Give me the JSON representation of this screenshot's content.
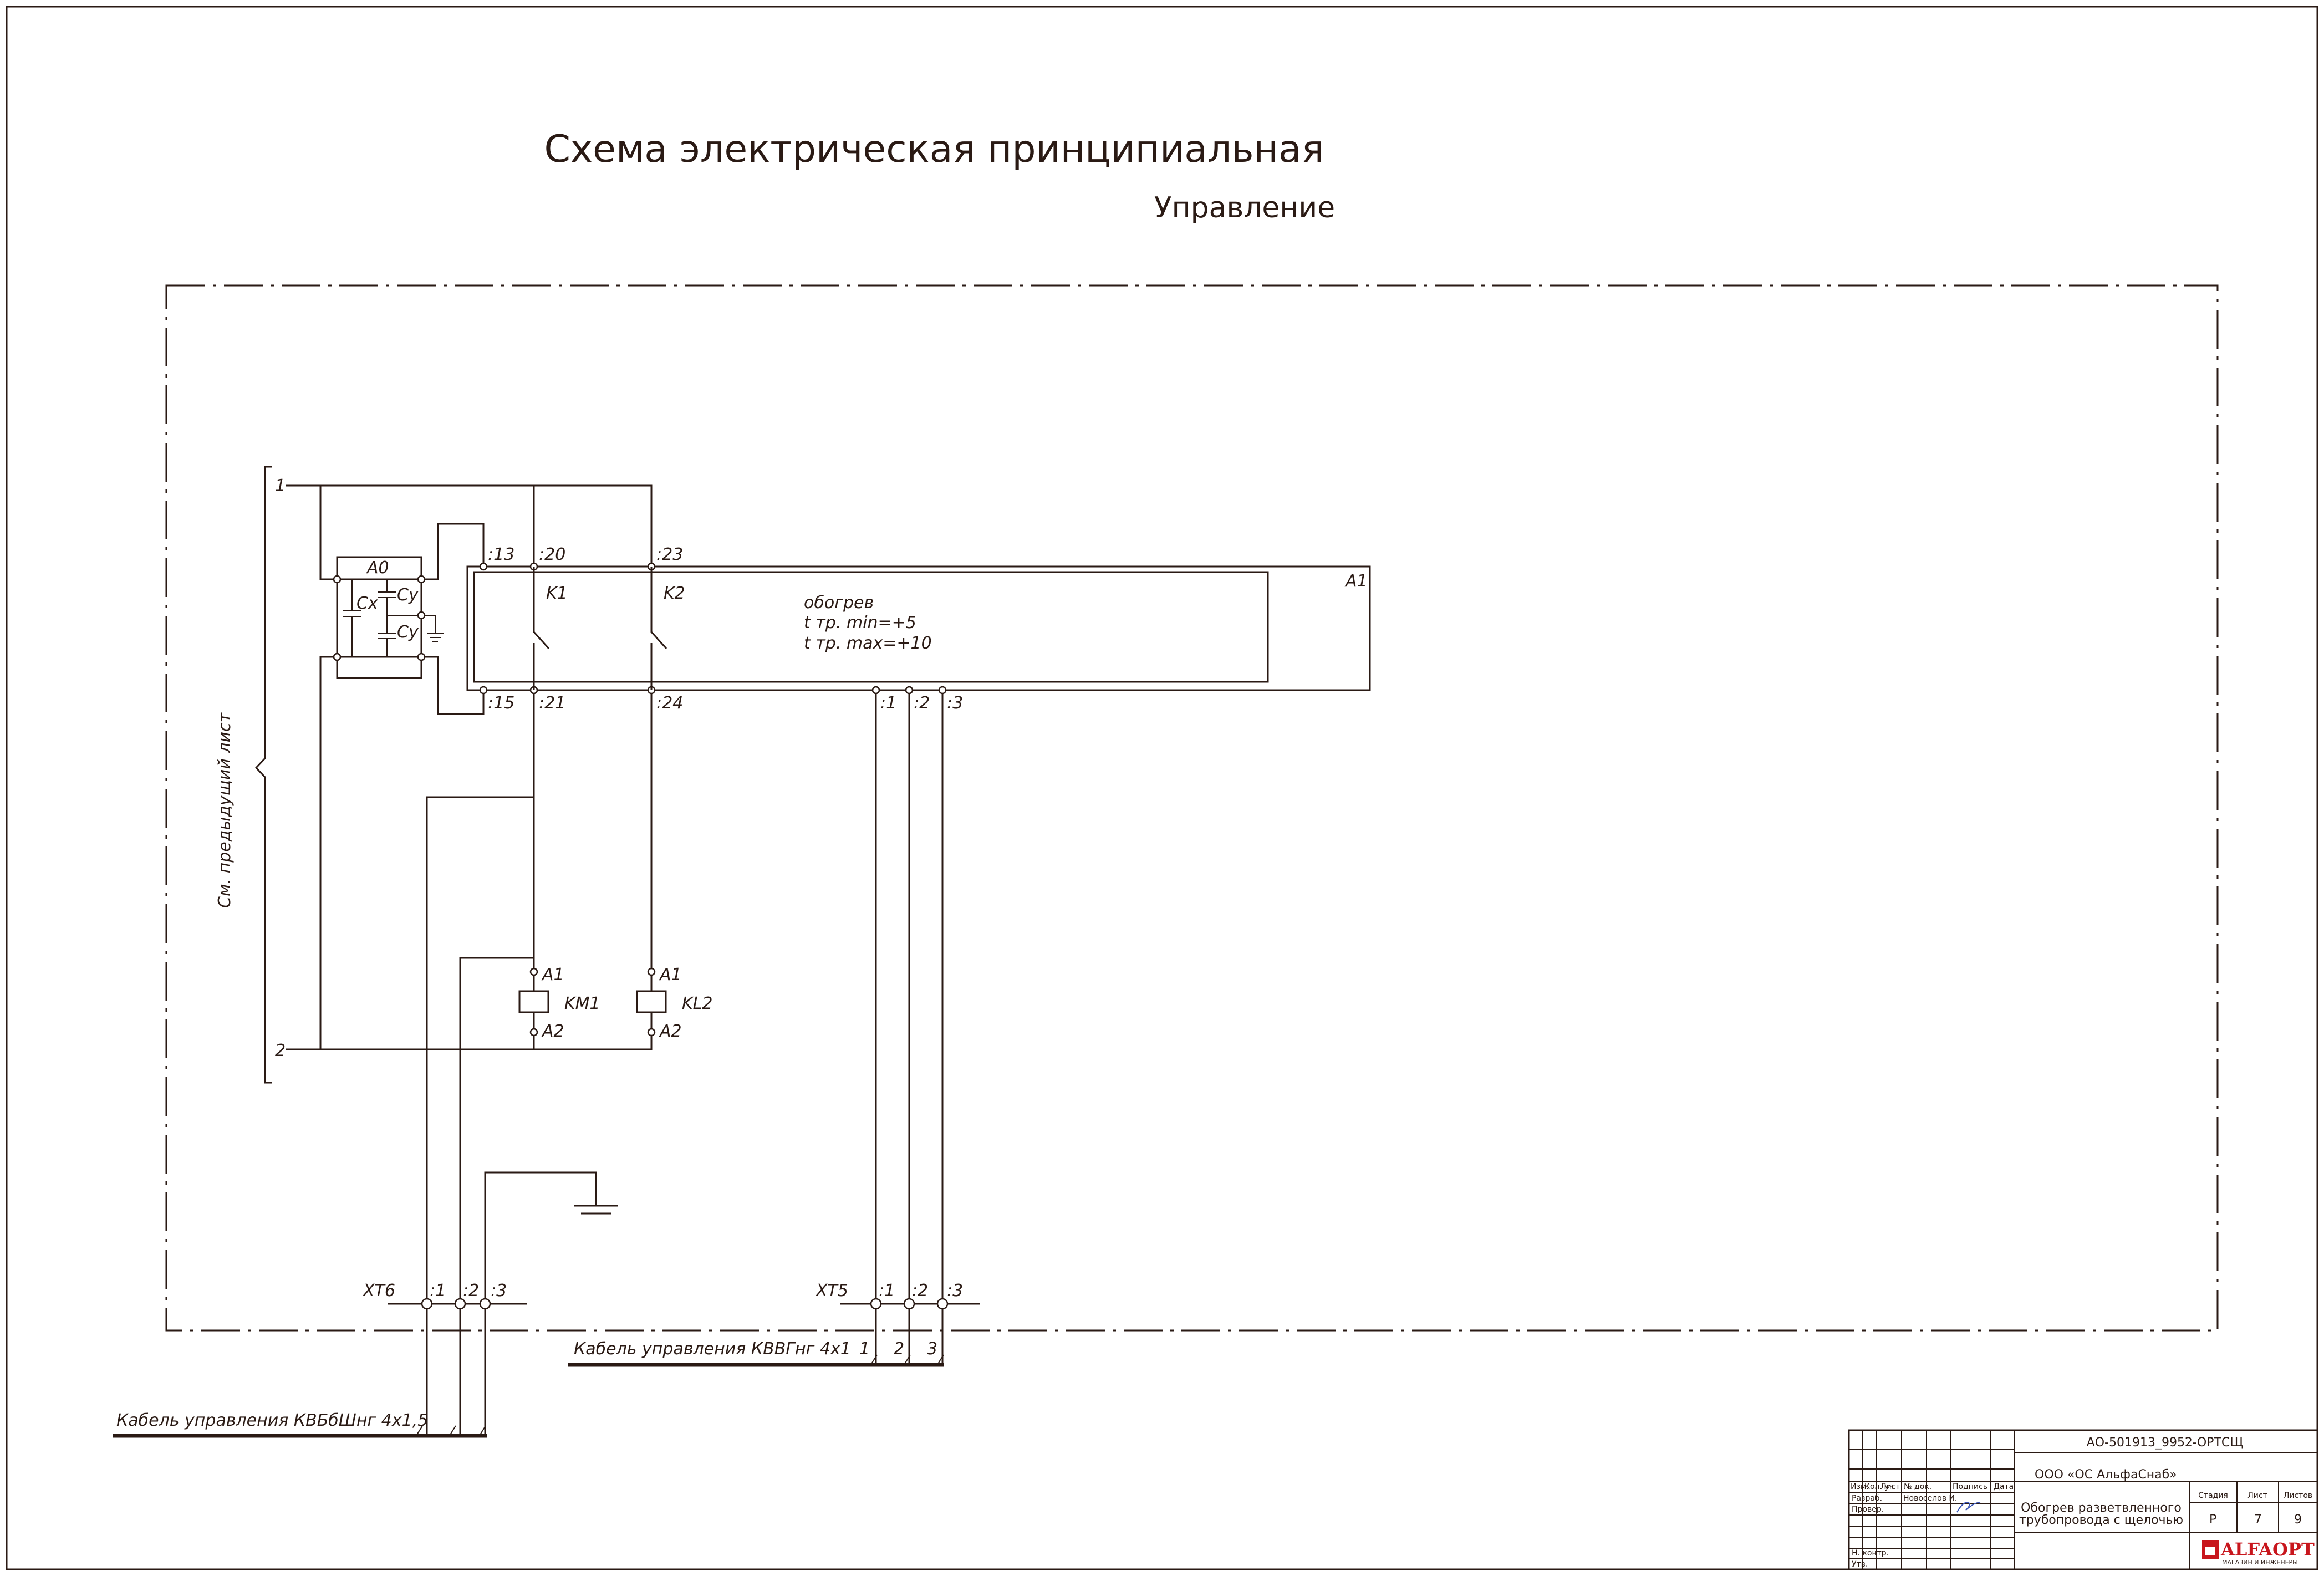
{
  "title": "Схема электрическая принципиальная",
  "subtitle": "Управление",
  "side_note": "См. предыдущий лист",
  "rails": {
    "top": "1",
    "bottom": "2"
  },
  "filter": {
    "label": "A0",
    "cx": "Cx",
    "cy1": "Cy",
    "cy2": "Cy"
  },
  "controller": {
    "label": "A1",
    "top_pins": [
      ":13",
      ":20",
      ":23"
    ],
    "bottom_pins": [
      ":15",
      ":21",
      ":24"
    ],
    "out_pins": [
      ":1",
      ":2",
      ":3"
    ],
    "contacts": [
      "K1",
      "K2"
    ],
    "text_lines": [
      "обогрев",
      "t тр. min=+5",
      "t тр. max=+10"
    ]
  },
  "relays": [
    {
      "name": "KM1",
      "a1": "A1",
      "a2": "A2"
    },
    {
      "name": "KL2",
      "a1": "A1",
      "a2": "A2"
    }
  ],
  "terminals": [
    {
      "name": "XT6",
      "pins": [
        ":1",
        ":2",
        ":3"
      ]
    },
    {
      "name": "XT5",
      "pins": [
        ":1",
        ":2",
        ":3"
      ]
    }
  ],
  "cables": [
    {
      "label": "Кабель управления КВБбШнг 4х1,5",
      "cores": []
    },
    {
      "label": "Кабель управления КВВГнг 4х1",
      "cores": [
        "1",
        "2",
        "3"
      ]
    }
  ],
  "title_block": {
    "doc_code": "АО-501913_9952-ОРТСЩ",
    "company": "ООО «ОС АльфаСнаб»",
    "description_lines": [
      "Обогрев разветвленного",
      "трубопровода с щелочью"
    ],
    "col_headers": [
      "Изм.",
      "Кол. уч",
      "Лист",
      "№ док.",
      "Подпись",
      "Дата"
    ],
    "row_labels": [
      "Разраб.",
      "Провер.",
      "Н. контр.",
      "Утв."
    ],
    "developer": "Новоселов И.",
    "stage_header": "Стадия",
    "sheet_header": "Лист",
    "sheets_header": "Листов",
    "stage": "Р",
    "sheet": "7",
    "sheets": "9",
    "logo_main": "ALFAOPT",
    "logo_sub": "МАГАЗИН И ИНЖЕНЕРЫ"
  }
}
